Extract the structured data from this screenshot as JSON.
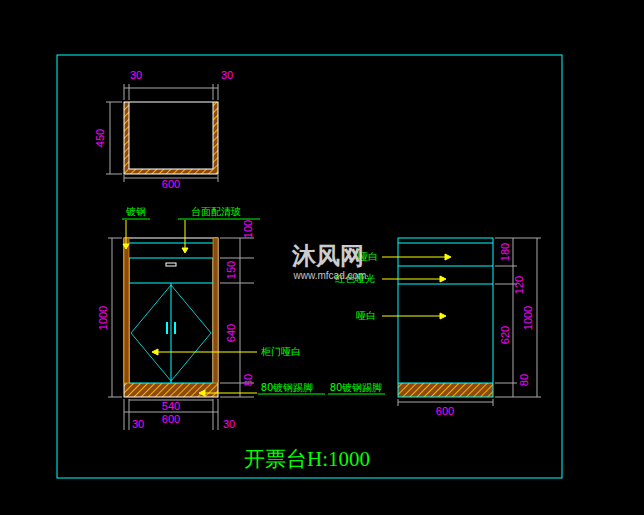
{
  "diagram": {
    "title": "开票台H:1000",
    "labels": [
      "30",
      "30",
      "450",
      "600",
      "镀钢",
      "台面配清玻",
      "100",
      "150",
      "640",
      "80",
      "1000",
      "柜门哑白",
      "80镀钢踢脚",
      "80镀钢踢脚",
      "540",
      "600",
      "30",
      "30",
      "哑白",
      "红色哑光",
      "哑白",
      "180",
      "120",
      "620",
      "1000",
      "80",
      "600",
      "沐风网",
      "www.mfcad.com"
    ]
  }
}
